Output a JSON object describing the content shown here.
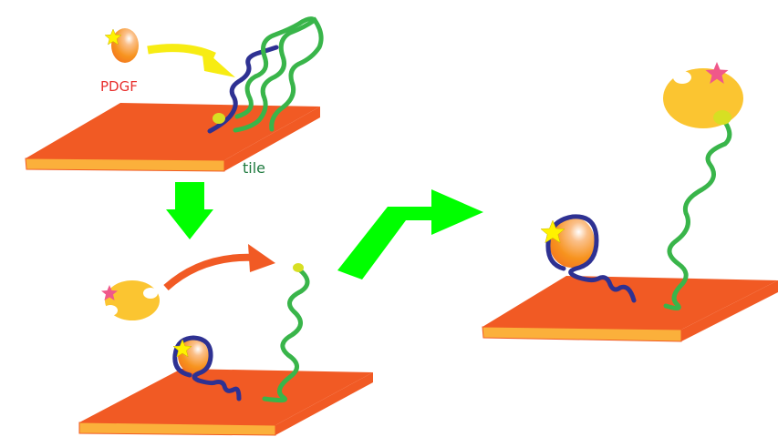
{
  "diagram": {
    "title": "PDGF aptamer displacement assay on tile",
    "labels": {
      "pdgf": "PDGF",
      "tile": "tile"
    },
    "colors": {
      "tile_top": "#f15a24",
      "tile_side": "#fbb03b",
      "label_pdgf": "#e8312f",
      "label_tile": "#1f7a3f",
      "aptamer_strand": "#2e3192",
      "complement_strand": "#39b54a",
      "process_arrow": "#00ff00",
      "pdgf_arrow": "#f7ec13",
      "receptor_arrow": "#f15a24",
      "pdgf_protein": "#f7931e",
      "receptor_protein": "#fbc531",
      "yellow_star": "#fff200",
      "pink_star": "#f0588a",
      "linker_dot": "#d7df23"
    },
    "panels": [
      {
        "name": "step-1",
        "description": "PDGF approaching aptamer-complement duplex on tile"
      },
      {
        "name": "step-2",
        "description": "PDGF bound to aptamer; receptor approaching free strand"
      },
      {
        "name": "step-3",
        "description": "Receptor captured on released strand"
      }
    ]
  }
}
